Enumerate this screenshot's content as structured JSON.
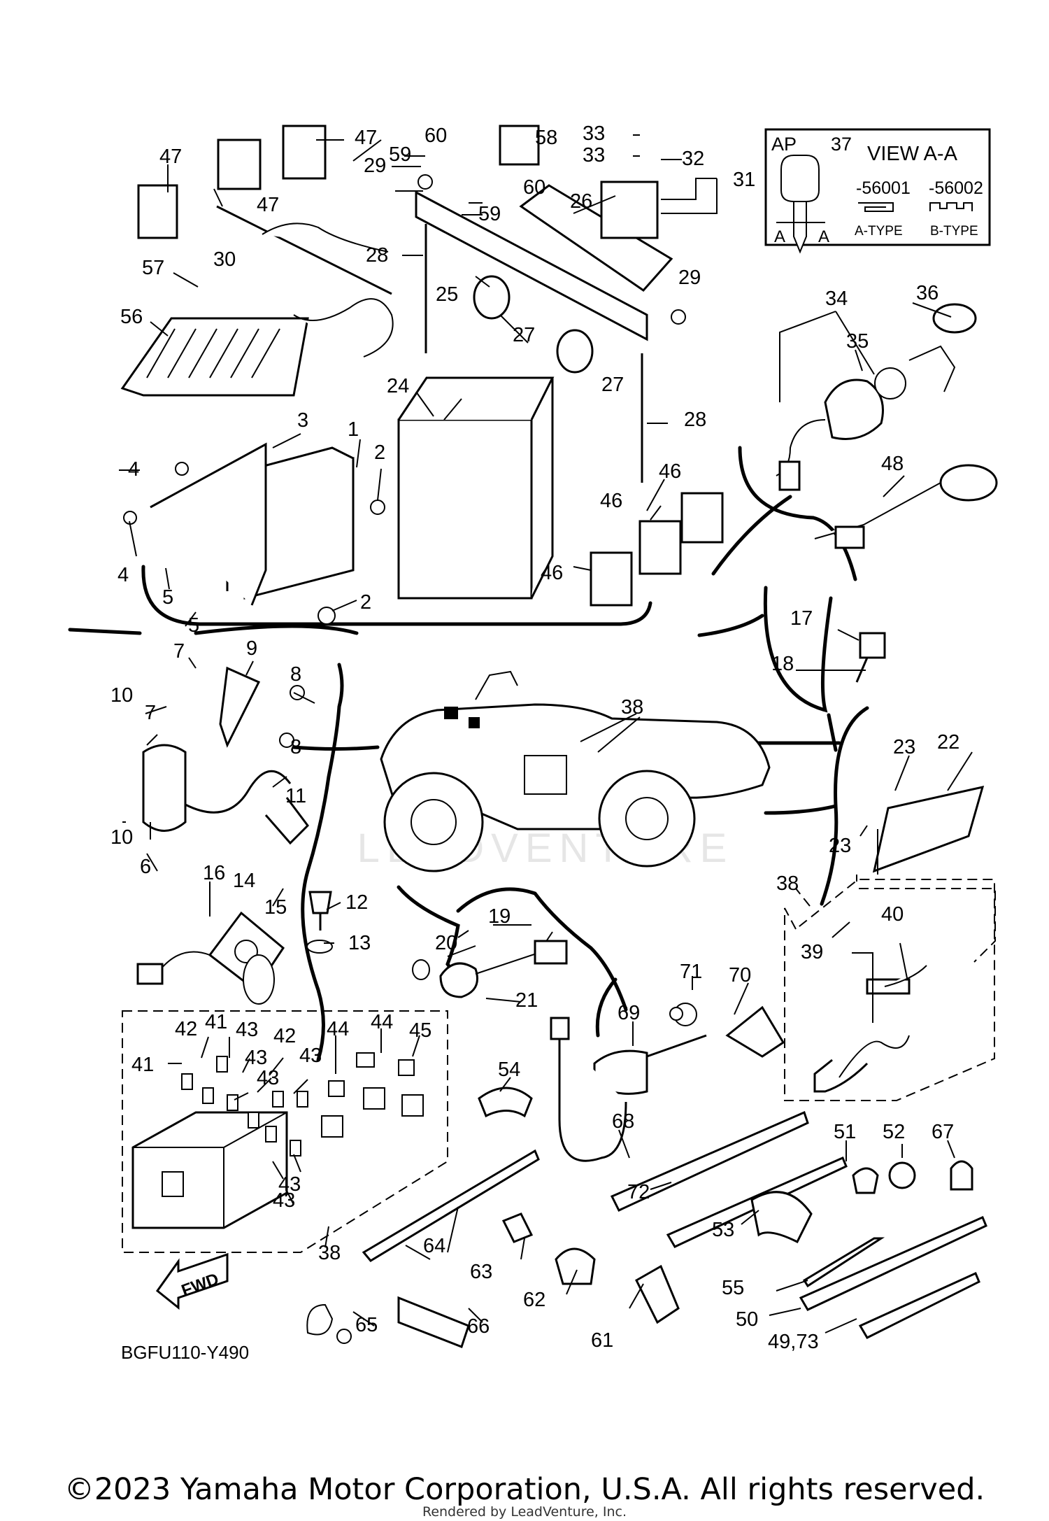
{
  "diagram": {
    "code": "BGFU110-Y490",
    "watermark": "LEADVENTURE",
    "view_box": {
      "ap_label": "AP",
      "ap_part": "37",
      "view_label": "VIEW A-A",
      "code_a": "-56001",
      "code_b": "-56002",
      "type_a": "A-TYPE",
      "type_b": "B-TYPE",
      "section_letter": "A"
    },
    "fwd_label": "FWD"
  },
  "callouts": [
    "47",
    "47",
    "47",
    "60",
    "58",
    "59",
    "33",
    "33",
    "32",
    "31",
    "29",
    "60",
    "59",
    "26",
    "30",
    "28",
    "57",
    "29",
    "25",
    "27",
    "56",
    "27",
    "24",
    "28",
    "3",
    "1",
    "4",
    "2",
    "4",
    "5",
    "2",
    "5",
    "34",
    "36",
    "35",
    "48",
    "46",
    "46",
    "46",
    "17",
    "18",
    "7",
    "9",
    "8",
    "10",
    "7",
    "8",
    "38",
    "23",
    "22",
    "10",
    "11",
    "6",
    "23",
    "16",
    "14",
    "15",
    "12",
    "13",
    "19",
    "20",
    "38",
    "40",
    "39",
    "71",
    "70",
    "21",
    "42",
    "41",
    "43",
    "42",
    "44",
    "44",
    "45",
    "41",
    "43",
    "43",
    "69",
    "54",
    "43",
    "68",
    "51",
    "52",
    "67",
    "72",
    "53",
    "43",
    "43",
    "38",
    "64",
    "63",
    "62",
    "55",
    "50",
    "49,73",
    "65",
    "66",
    "61"
  ],
  "footer": {
    "copyright": "©2023 Yamaha Motor Corporation, U.S.A. All rights reserved.",
    "rendered": "Rendered by LeadVenture, Inc."
  }
}
